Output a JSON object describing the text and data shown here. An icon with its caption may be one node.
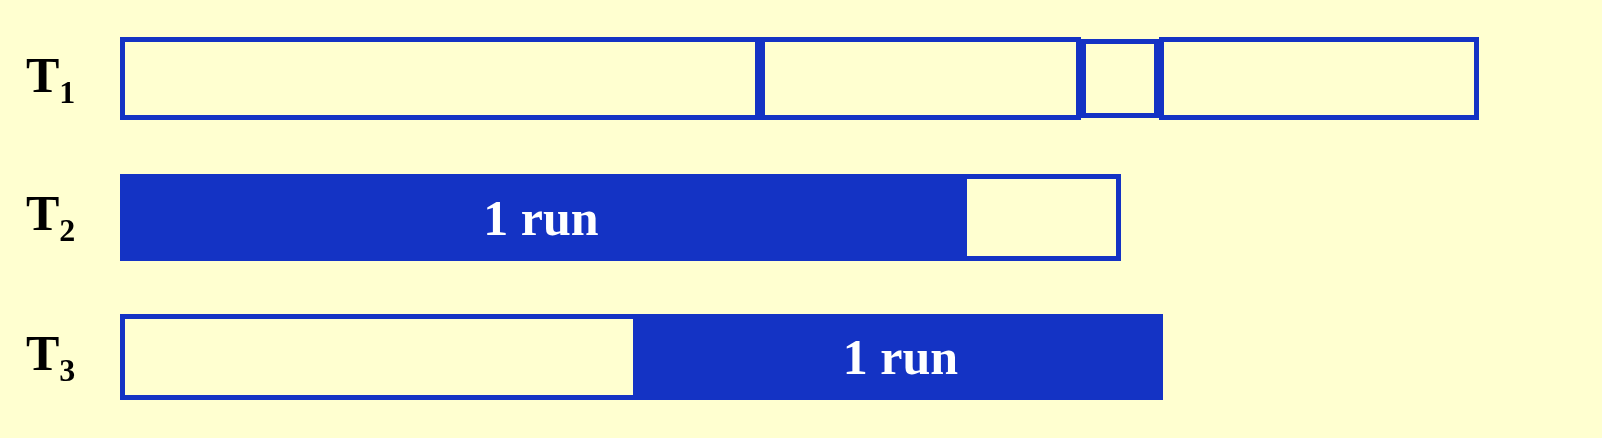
{
  "diagram": {
    "nodes": [
      {
        "text": [],
        "shape": "bar"
      },
      {
        "text": [],
        "shape": "bar"
      },
      {
        "text": [],
        "shape": "bar"
      },
      {
        "text": [],
        "shape": "bar"
      },
      {
        "text": [
          "1 run"
        ]
      },
      {
        "text": [],
        "shape": "bar"
      },
      {
        "text": [],
        "shape": "bar"
      },
      {
        "text": [
          "1 run"
        ]
      }
    ],
    "labels": [
      "T$_{1}$",
      "T$_{2}$",
      "T$_{3}$"
    ]
  }
}
